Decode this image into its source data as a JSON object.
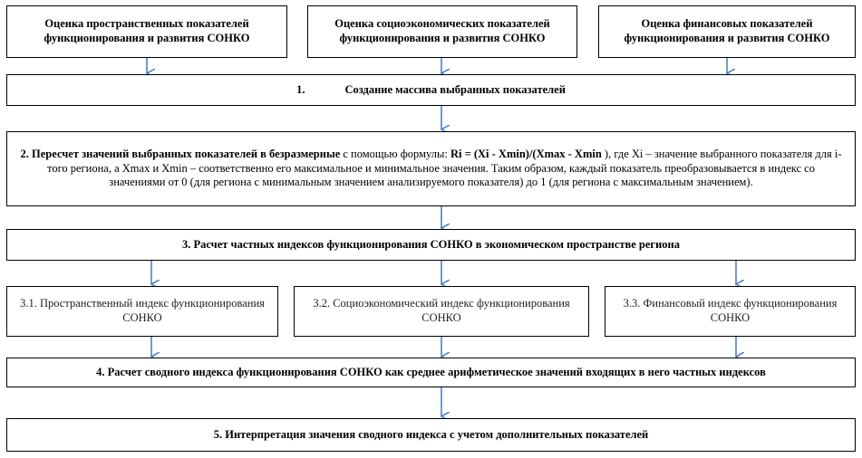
{
  "top_boxes": [
    "Оценка пространственных показателей функционирования и развития СОНКО",
    "Оценка социоэкономических показателей функционирования и развития СОНКО",
    "Оценка финансовых показателей функционирования и развития СОНКО"
  ],
  "step1": {
    "number": "1.",
    "text": "Создание массива выбранных показателей"
  },
  "step2": {
    "bold": "2. Пересчет значений выбранных показателей в безразмерные",
    "text_a": " с помощью формулы: ",
    "formula": "Ri = (Xi - Xmin)/(Xmax - Xmin",
    "text_b": " ), где Xi – значение выбранного показателя для i-того региона, а Xmax и Xmin – соответственно его максимальное и минимальное значения. Таким образом, каждый показатель преобразовывается в индекс со значениями от 0 (для региона с минимальным значением анализируемого показателя) до 1 (для региона с максимальным значением)."
  },
  "step3": "3. Расчет частных индексов функционирования СОНКО в экономическом пространстве региона",
  "sub_indices": [
    "3.1. Пространственный индекс функционирования СОНКО",
    "3.2. Социоэкономический индекс функционирования СОНКО",
    "3.3. Финансовый индекс функционирования СОНКО"
  ],
  "step4": "4. Расчет сводного индекса функционирования СОНКО как среднее арифметическое значений входящих в него частных индексов",
  "step5": "5. Интерпретация значения сводного индекса с учетом дополнительных показателей",
  "arrow_color": "#4f81bd"
}
